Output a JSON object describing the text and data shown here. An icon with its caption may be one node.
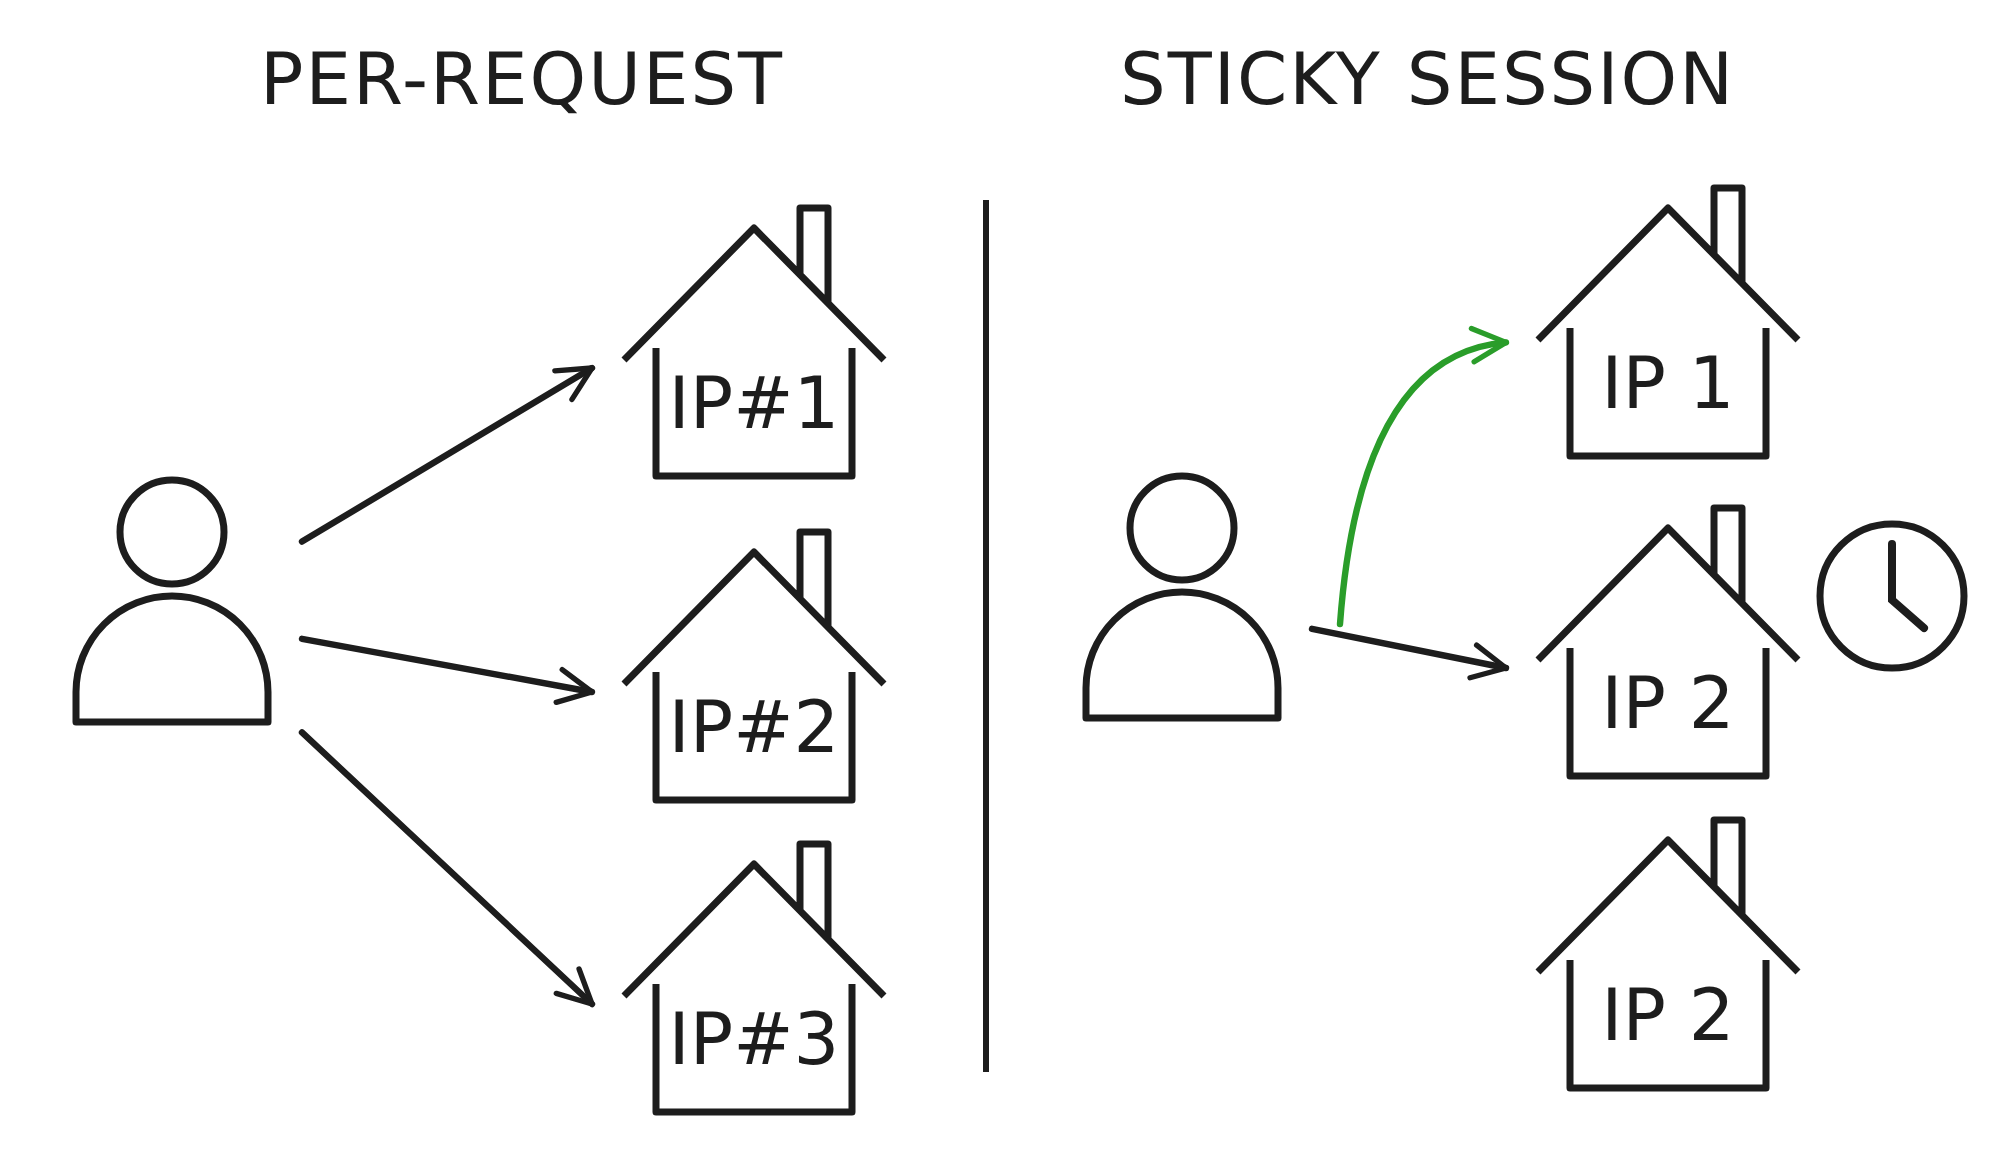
{
  "diagram": {
    "nodes": [
      {
        "text": [],
        "shape": "person"
      },
      {
        "text": [
          "IP#1"
        ]
      },
      {
        "text": [
          "IP#2"
        ]
      },
      {
        "text": [
          "IP#3"
        ]
      },
      {
        "text": [],
        "shape": "person"
      },
      {
        "text": [
          "IP 1"
        ]
      },
      {
        "text": [
          "IP 2"
        ]
      },
      {
        "text": [
          "IP 2"
        ]
      }
    ],
    "edges": [
      {
        "from": 0,
        "to": 1,
        "arrow": "to"
      },
      {
        "from": 0,
        "to": 2,
        "arrow": "to"
      },
      {
        "from": 0,
        "to": 3,
        "arrow": "to"
      },
      {
        "from": 4,
        "to": 5,
        "arrow": "to",
        "color": "#2a9d2a"
      },
      {
        "from": 4,
        "to": 6,
        "arrow": "to"
      }
    ],
    "labels": [
      "PER-REQUEST",
      "STICKY SESSION"
    ]
  }
}
